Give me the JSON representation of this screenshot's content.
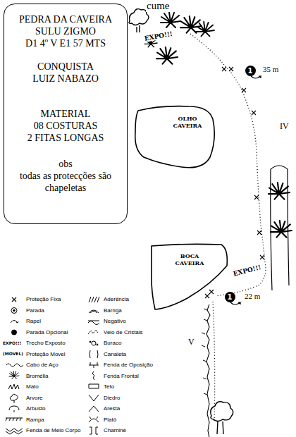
{
  "diagram": {
    "nodes": [
      {
        "text": [
          "PEDRA DA CAVEIRA",
          "SULU ZIGMO",
          "D1 4º V E1 57 MTS",
          "CONQUISTA",
          "LUIZ NABAZO",
          "MATERIAL",
          "08 COSTURAS",
          "2 FITAS LONGAS",
          "obs",
          "todas as protecções são chapeletas"
        ]
      },
      {
        "text": [
          "OLHO CAVEIRA"
        ]
      },
      {
        "text": [
          "BOCA CAVEIRA"
        ]
      }
    ],
    "edges": [],
    "labels": [
      "cume",
      "EXPO!!!",
      "1",
      "35 m",
      "IV",
      "EXPO!!!",
      "1",
      "22 m",
      "V",
      "EXPO!!!",
      "(MOVEL)"
    ],
    "legend": [
      {
        "text": "Proteção Fixa"
      },
      {
        "text": "Parada"
      },
      {
        "text": "Rapel"
      },
      {
        "text": "Parada Opcional"
      },
      {
        "text": "Trecho Exposto"
      },
      {
        "text": "Proteção Movel"
      },
      {
        "text": "Cabo de Aço"
      },
      {
        "text": "Bromélia"
      },
      {
        "text": "Mato"
      },
      {
        "text": "Arvore"
      },
      {
        "text": "Arbusto"
      },
      {
        "text": "Rampa"
      },
      {
        "text": "Fenda de Meio Corpo"
      },
      {
        "text": "Aderência"
      },
      {
        "text": "Barriga"
      },
      {
        "text": "Negativo"
      },
      {
        "text": "Veio de Cristais"
      },
      {
        "text": "Buraco"
      },
      {
        "text": "Canaleta"
      },
      {
        "text": "Fenda de Oposição"
      },
      {
        "text": "Fenda Frontal"
      },
      {
        "text": "Teto"
      },
      {
        "text": "Diedro"
      },
      {
        "text": "Aresta"
      },
      {
        "text": "Platô"
      },
      {
        "text": "Chaminé"
      }
    ]
  }
}
